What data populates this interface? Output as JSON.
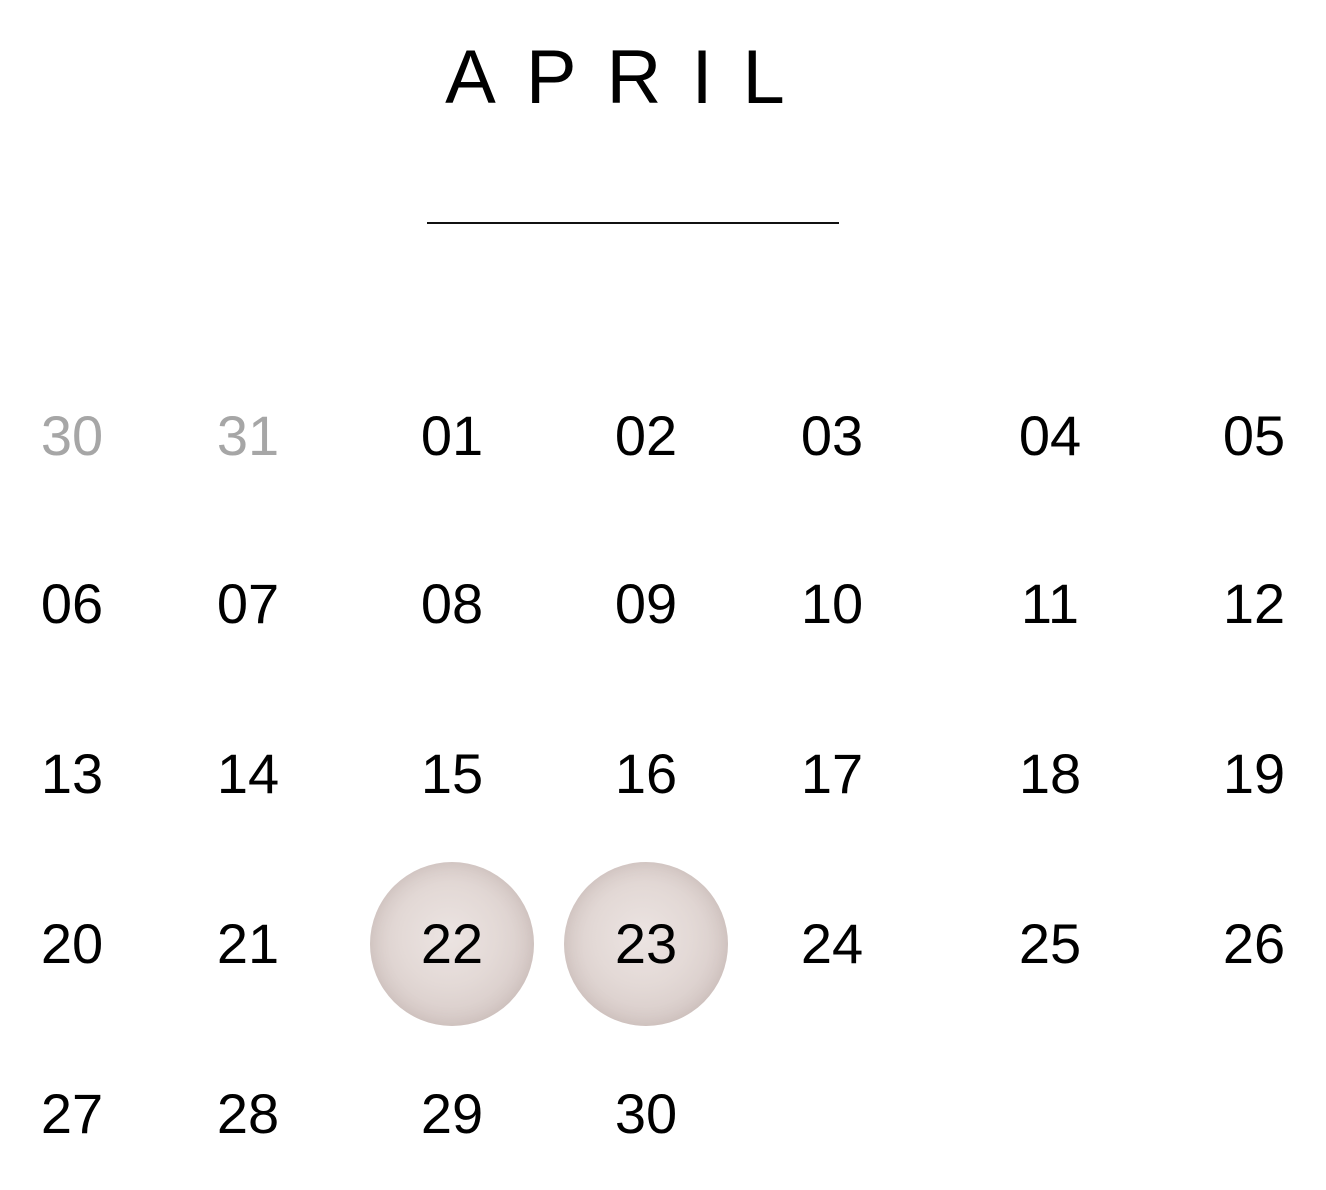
{
  "calendar": {
    "month": "APRIL",
    "days": [
      {
        "label": "30",
        "muted": true,
        "marked": false
      },
      {
        "label": "31",
        "muted": true,
        "marked": false
      },
      {
        "label": "01",
        "muted": false,
        "marked": false
      },
      {
        "label": "02",
        "muted": false,
        "marked": false
      },
      {
        "label": "03",
        "muted": false,
        "marked": false
      },
      {
        "label": "04",
        "muted": false,
        "marked": false
      },
      {
        "label": "05",
        "muted": false,
        "marked": false
      },
      {
        "label": "06",
        "muted": false,
        "marked": false
      },
      {
        "label": "07",
        "muted": false,
        "marked": false
      },
      {
        "label": "08",
        "muted": false,
        "marked": false
      },
      {
        "label": "09",
        "muted": false,
        "marked": false
      },
      {
        "label": "10",
        "muted": false,
        "marked": false
      },
      {
        "label": "11",
        "muted": false,
        "marked": false
      },
      {
        "label": "12",
        "muted": false,
        "marked": false
      },
      {
        "label": "13",
        "muted": false,
        "marked": false
      },
      {
        "label": "14",
        "muted": false,
        "marked": false
      },
      {
        "label": "15",
        "muted": false,
        "marked": false
      },
      {
        "label": "16",
        "muted": false,
        "marked": false
      },
      {
        "label": "17",
        "muted": false,
        "marked": false
      },
      {
        "label": "18",
        "muted": false,
        "marked": false
      },
      {
        "label": "19",
        "muted": false,
        "marked": false
      },
      {
        "label": "20",
        "muted": false,
        "marked": false
      },
      {
        "label": "21",
        "muted": false,
        "marked": false
      },
      {
        "label": "22",
        "muted": false,
        "marked": true
      },
      {
        "label": "23",
        "muted": false,
        "marked": true
      },
      {
        "label": "24",
        "muted": false,
        "marked": false
      },
      {
        "label": "25",
        "muted": false,
        "marked": false
      },
      {
        "label": "26",
        "muted": false,
        "marked": false
      },
      {
        "label": "27",
        "muted": false,
        "marked": false
      },
      {
        "label": "28",
        "muted": false,
        "marked": false
      },
      {
        "label": "29",
        "muted": false,
        "marked": false
      },
      {
        "label": "30",
        "muted": false,
        "marked": false
      }
    ]
  },
  "colors": {
    "text": "#000000",
    "muted_text": "#a6a6a6",
    "marker": "#e3d9d6"
  }
}
